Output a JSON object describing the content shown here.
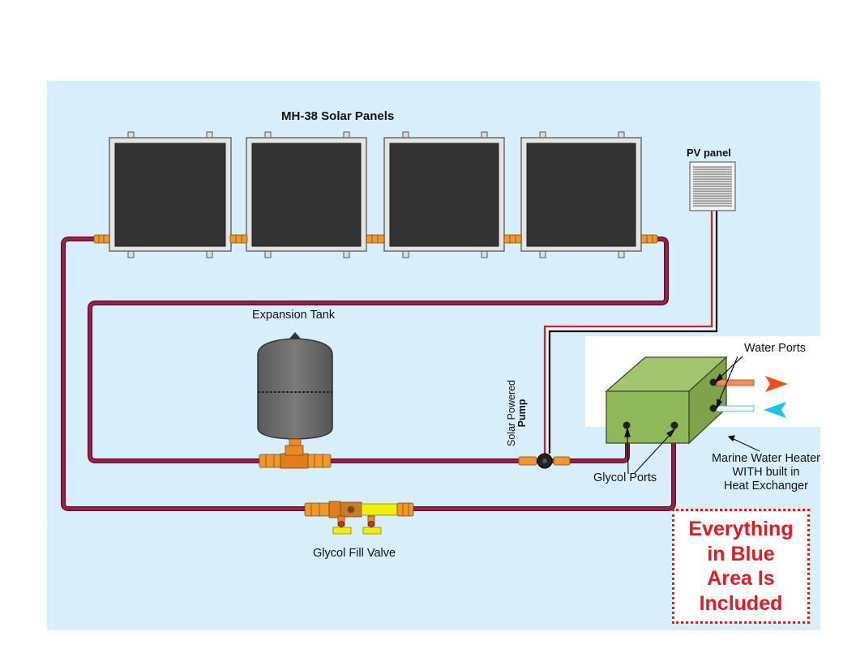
{
  "labels": {
    "panels_title": "MH-38 Solar Panels",
    "pv_panel": "PV panel",
    "expansion_tank": "Expansion Tank",
    "pump_line1": "Solar Powered",
    "pump_line2": "Pump",
    "water_ports": "Water Ports",
    "glycol_ports": "Glycol Ports",
    "heater_line1": "Marine Water Heater",
    "heater_line2": "WITH built in",
    "heater_line3": "Heat Exchanger",
    "fill_valve": "Glycol Fill Valve",
    "included_note": "Everything\nin Blue\nArea Is\nIncluded"
  },
  "colors": {
    "included_area": "#d9eefb",
    "glycol_pipe": "#8b1a3c",
    "panel_frame": "#e4e4e4",
    "panel_glass": "#333333",
    "tank": "#666666",
    "heater": "#8fb85b",
    "fitting_brass": "#f0982e",
    "valve_handle": "#f4ee0a",
    "hot_water_arrow": "#f4501e",
    "cold_water_arrow": "#19c6ee",
    "note_red": "#e21b22"
  },
  "panels": [
    {
      "name": "solar-panel-1"
    },
    {
      "name": "solar-panel-2"
    },
    {
      "name": "solar-panel-3"
    },
    {
      "name": "solar-panel-4"
    }
  ]
}
